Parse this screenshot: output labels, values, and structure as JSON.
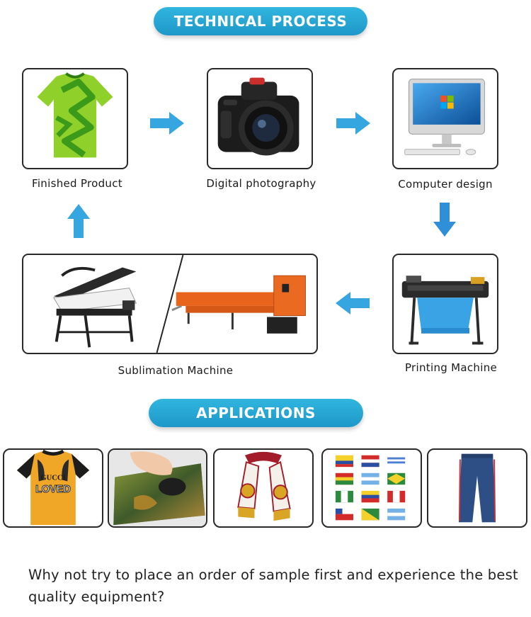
{
  "process": {
    "title": "TECHNICAL PROCESS",
    "steps": {
      "finished": "Finished Product",
      "photo": "Digital photography",
      "design": "Computer design",
      "printing": "Printing Machine",
      "sublimation": "Sublimation Machine"
    }
  },
  "applications": {
    "title": "APPLICATIONS",
    "items": [
      "t-shirt",
      "mouse pad",
      "scarf",
      "flags",
      "trousers"
    ],
    "shirt_logo": "GUCCI",
    "shirt_text": "LOVED"
  },
  "cta": "Why not try to place an order of sample first and experience the best quality equipment?",
  "colors": {
    "accent": "#1e97c8",
    "arrow": "#35a6e0",
    "machine_orange": "#e8631c"
  }
}
